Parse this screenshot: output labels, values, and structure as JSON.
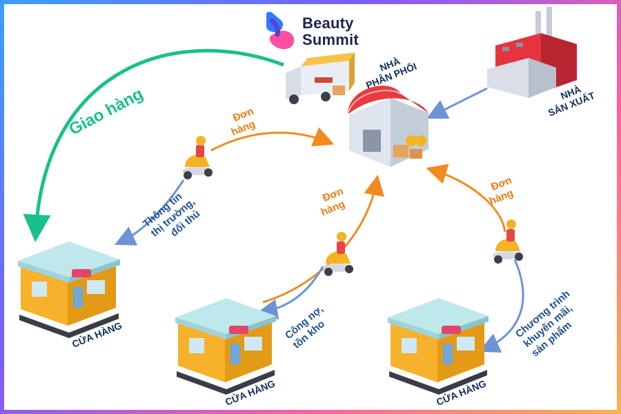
{
  "brand": {
    "line1": "Beauty",
    "line2": "Summit",
    "logo": "butterfly-logo",
    "colors": {
      "pink": "#ff4fa0",
      "blue": "#3a8dff",
      "purple": "#5b3fd6"
    }
  },
  "nodes": {
    "distributor": {
      "line1": "NHÀ",
      "line2": "PHÂN PHỐI",
      "icon": "warehouse-icon"
    },
    "manufacturer": {
      "line1": "NHÀ",
      "line2": "SẢN XUẤT",
      "icon": "factory-icon"
    },
    "store_left": {
      "label": "CỬA HÀNG",
      "icon": "shop-icon"
    },
    "store_middle": {
      "label": "CỬA HÀNG",
      "icon": "shop-icon"
    },
    "store_right": {
      "label": "CỬA HÀNG",
      "icon": "shop-icon"
    }
  },
  "edges": {
    "delivery": {
      "label": "Giao hàng"
    },
    "order_left": {
      "line1": "Đơn",
      "line2": "hàng"
    },
    "order_middle": {
      "line1": "Đơn",
      "line2": "hàng"
    },
    "order_right": {
      "line1": "Đơn",
      "line2": "hàng"
    },
    "market_info": {
      "line1": "Thông tin",
      "line2": "thị trường,",
      "line3": "đối thủ"
    },
    "debt_stock": {
      "line1": "Công nợ,",
      "line2": "tồn kho"
    },
    "promotions": {
      "line1": "Chương trình",
      "line2": "khuyến mãi,",
      "line3": "sản phẩm"
    }
  },
  "icons": [
    "delivery-truck-icon",
    "motorbike-courier-icon"
  ],
  "colors": {
    "order_arrow": "#f28b1e",
    "info_arrow": "#6e92d6",
    "delivery_arrow": "#18c08a",
    "label_navy": "#0f2d58",
    "roof_red": "#e83a3f",
    "shop_yellow": "#f7b12a",
    "shop_roof": "#bfe8ec"
  }
}
